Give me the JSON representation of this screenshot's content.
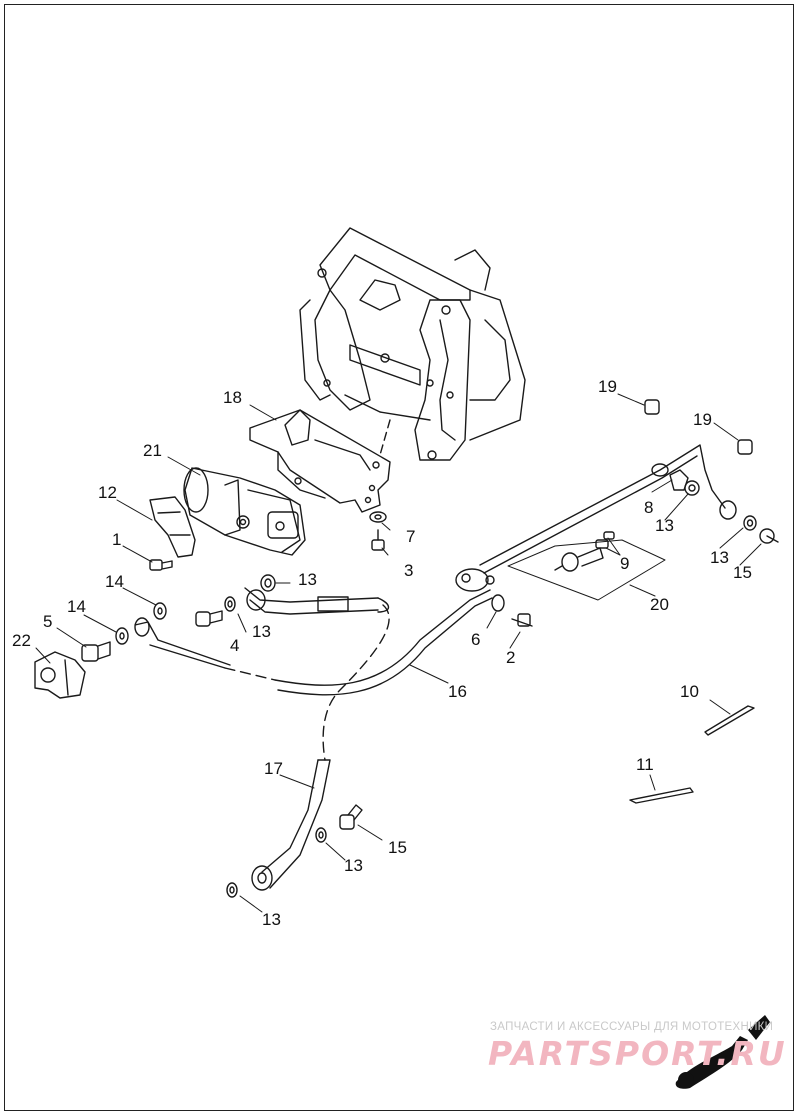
{
  "callouts": [
    {
      "id": "c1",
      "text": "1"
    },
    {
      "id": "c2",
      "text": "2"
    },
    {
      "id": "c3",
      "text": "3"
    },
    {
      "id": "c4",
      "text": "4"
    },
    {
      "id": "c5",
      "text": "5"
    },
    {
      "id": "c6",
      "text": "6"
    },
    {
      "id": "c7",
      "text": "7"
    },
    {
      "id": "c8",
      "text": "8"
    },
    {
      "id": "c9",
      "text": "9"
    },
    {
      "id": "c10",
      "text": "10"
    },
    {
      "id": "c11",
      "text": "11"
    },
    {
      "id": "c12",
      "text": "12"
    },
    {
      "id": "c13a",
      "text": "13"
    },
    {
      "id": "c13b",
      "text": "13"
    },
    {
      "id": "c13c",
      "text": "13"
    },
    {
      "id": "c13d",
      "text": "13"
    },
    {
      "id": "c13e",
      "text": "13"
    },
    {
      "id": "c13f",
      "text": "13"
    },
    {
      "id": "c14a",
      "text": "14"
    },
    {
      "id": "c14b",
      "text": "14"
    },
    {
      "id": "c15a",
      "text": "15"
    },
    {
      "id": "c15b",
      "text": "15"
    },
    {
      "id": "c16",
      "text": "16"
    },
    {
      "id": "c17",
      "text": "17"
    },
    {
      "id": "c18",
      "text": "18"
    },
    {
      "id": "c19a",
      "text": "19"
    },
    {
      "id": "c19b",
      "text": "19"
    },
    {
      "id": "c20",
      "text": "20"
    },
    {
      "id": "c21",
      "text": "21"
    },
    {
      "id": "c22",
      "text": "22"
    }
  ],
  "watermark": {
    "tagline": "ЗАПЧАСТИ И АКСЕССУАРЫ ДЛЯ МОТОТЕХНИКИ",
    "logo": "PARTSPORT.RU"
  },
  "colors": {
    "line": "#1a1a1a",
    "watermark_text": "#c9c9c9",
    "watermark_logo": "#f2b6c0"
  }
}
